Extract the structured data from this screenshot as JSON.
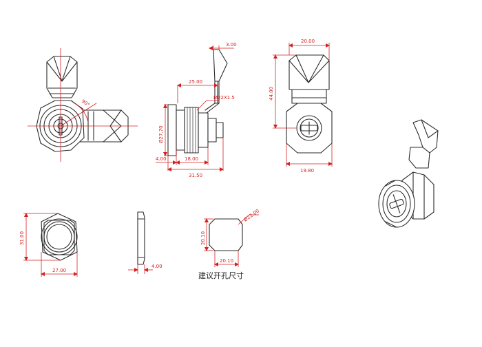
{
  "colors": {
    "outline": "#2b2b2b",
    "dimension": "#d42020",
    "background": "#ffffff"
  },
  "dimensions": {
    "front_angle": "90°",
    "side_lever_thickness": "3.00",
    "side_lever_reach": "25.00",
    "side_thread": "M22X1.5",
    "side_body_dia": "Ø27.70",
    "side_flange": "4.00",
    "side_grip": "18.00",
    "side_total": "31.50",
    "rear_width": "20.00",
    "rear_height": "44.00",
    "rear_body": "19.80",
    "nut_height": "31.00",
    "nut_width": "27.00",
    "washer_thickness": "4.00",
    "hole_height": "20.10",
    "hole_width": "20.10",
    "hole_dia": "Ø22.00"
  },
  "caption": "建议开孔尺寸"
}
